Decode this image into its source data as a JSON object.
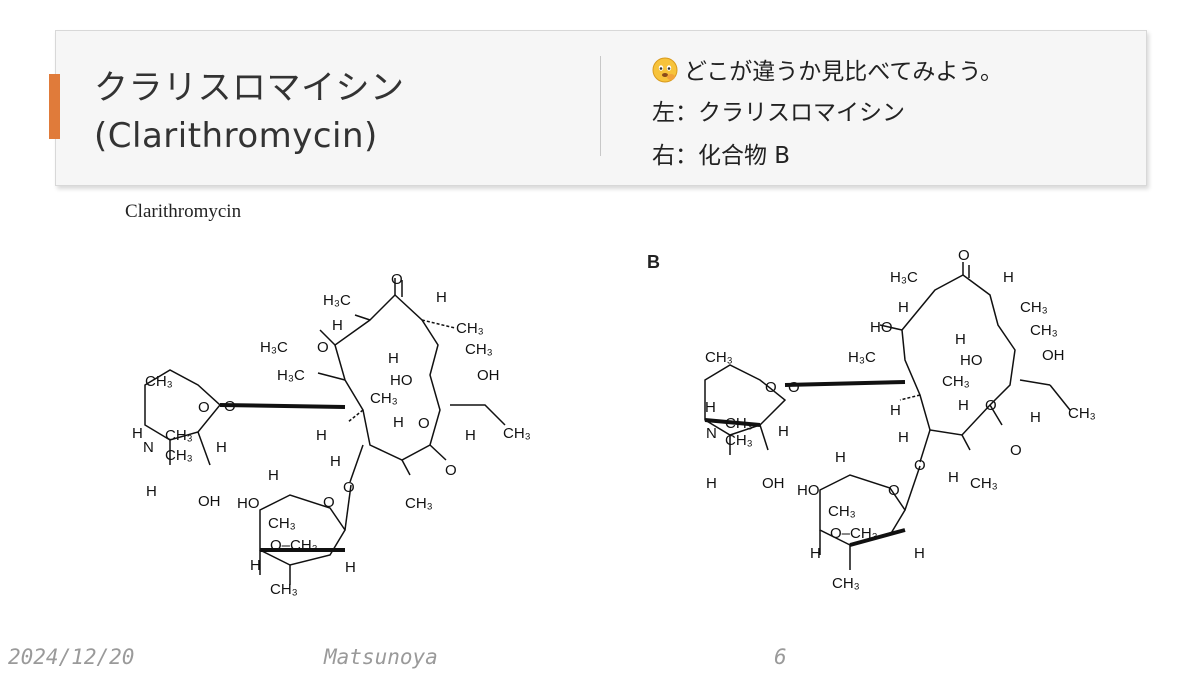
{
  "slide": {
    "title_line1": "クラリスロマイシン",
    "title_line2": "(Clarithromycin)",
    "notes": [
      "どこが違うか見比べてみよう。",
      "左：クラリスロマイシン",
      "右：化合物 B"
    ],
    "emoji": "thinking-face-icon",
    "accent_color": "#e07b3a"
  },
  "figures": {
    "left_label": "Clarithromycin",
    "right_label": "B"
  },
  "atoms": {
    "left": {
      "h3c_top": "H₃C",
      "o_ketone": "O",
      "h_top_right": "H",
      "ch3_top_right": "CH₃",
      "h_left": "H",
      "h3c_methoxy": "H₃C",
      "o_methoxy": "O",
      "h_mid": "H",
      "ch3_mid_right": "CH₃",
      "h3c_mid": "H₃C",
      "ho_mid": "HO",
      "oh_mid": "OH",
      "ch3_ring": "CH₃",
      "h_ring": "H",
      "h_low": "H",
      "o_ester": "O",
      "h_ester": "H",
      "ch3_ethyl": "CH₃",
      "h_lower": "H",
      "o_lactone": "O",
      "o_glycoside": "O",
      "ch3_lower": "CH₃",
      "ch3_sugar_top": "CH₃",
      "o_sugar": "O",
      "n_amine": "N",
      "ch3_n1": "CH₃",
      "ch3_n2": "CH₃",
      "h_s1": "H",
      "h_s2": "H",
      "h_s3": "H",
      "oh_sugar": "OH",
      "o_glyco_link": "O",
      "h_c1": "H",
      "ho_c": "HO",
      "o_c": "O",
      "ch3_c": "CH₃",
      "och3_c": "O–CH₃",
      "h_c2": "H",
      "h_c3": "H",
      "ch3_c_bottom": "CH₃"
    },
    "right": {
      "h3c_top": "H₃C",
      "o_ketone": "O",
      "h_top_right": "H",
      "h_top_left": "H",
      "ch3_top_right": "CH₃",
      "ho_left": "HO",
      "h_a": "H",
      "ch3_a": "CH₃",
      "h3c_mid": "H₃C",
      "ho_mid": "HO",
      "oh_mid": "OH",
      "ch3_sugar_top": "CH₃",
      "o_sugar": "O",
      "o_link": "O",
      "h_b": "H",
      "ch3_b": "CH₃",
      "h_c": "H",
      "o_ester": "O",
      "h_ester": "H",
      "ch3_ethyl": "CH₃",
      "n_amine": "N",
      "ch3_n1": "CH₃",
      "ch3_n2": "CH₃",
      "h_s1": "H",
      "h_s2": "H",
      "h_s3": "H",
      "oh_sugar": "OH",
      "o_lactone": "O",
      "h_d": "H",
      "o_glyco": "O",
      "h_e": "H",
      "ch3_e": "CH₃",
      "h_c1": "H",
      "ho_c": "HO",
      "o_c": "O",
      "ch3_c": "CH₃",
      "och3_c": "O–CH₃",
      "h_c2": "H",
      "h_c3": "H",
      "ch3_c_bottom": "CH₃"
    }
  },
  "footer": {
    "date": "2024/12/20",
    "author": "Matsunoya",
    "page": "6"
  }
}
